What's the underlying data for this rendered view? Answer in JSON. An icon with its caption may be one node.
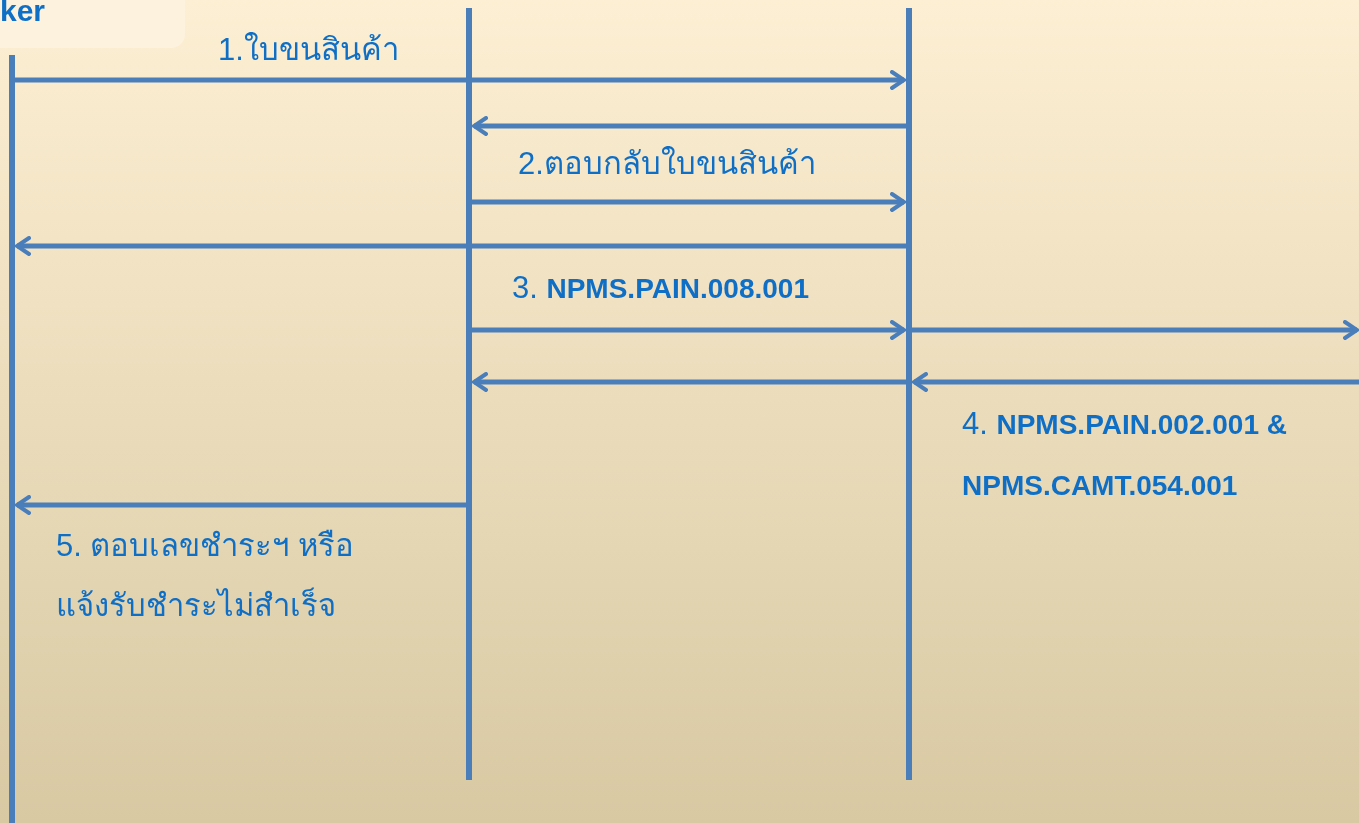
{
  "diagram": {
    "nodes": [
      {
        "text": [
          "ker"
        ]
      },
      {
        "text": [],
        "shape": "bar"
      },
      {
        "text": [],
        "shape": "bar"
      },
      {
        "text": [],
        "shape": "bar"
      }
    ],
    "edges": [
      {
        "from": 1,
        "to": 3,
        "arrow": "to",
        "label": "1.ใบขนสินค้า"
      },
      {
        "from": 3,
        "to": 2,
        "arrow": "to"
      },
      {
        "from": 2,
        "to": 3,
        "arrow": "to",
        "label": "2.ตอบกลับใบขนสินค้า"
      },
      {
        "from": 3,
        "to": 1,
        "arrow": "to"
      },
      {
        "from": 2,
        "to": 3,
        "arrow": "to",
        "label": "3. **NPMS.PAIN.008.001**"
      },
      {
        "from": 3,
        "to": null,
        "arrow": "to"
      },
      {
        "from": null,
        "to": 3,
        "arrow": "to",
        "label": "4. **NPMS.PAIN.002.001 & NPMS.CAMT.054.001**"
      },
      {
        "from": 3,
        "to": 2,
        "arrow": "to"
      },
      {
        "from": 2,
        "to": 1,
        "arrow": "to",
        "label": "5. ตอบเลขชำระฯ หรือ แจ้งรับชำระไม่สำเร็จ"
      }
    ]
  }
}
